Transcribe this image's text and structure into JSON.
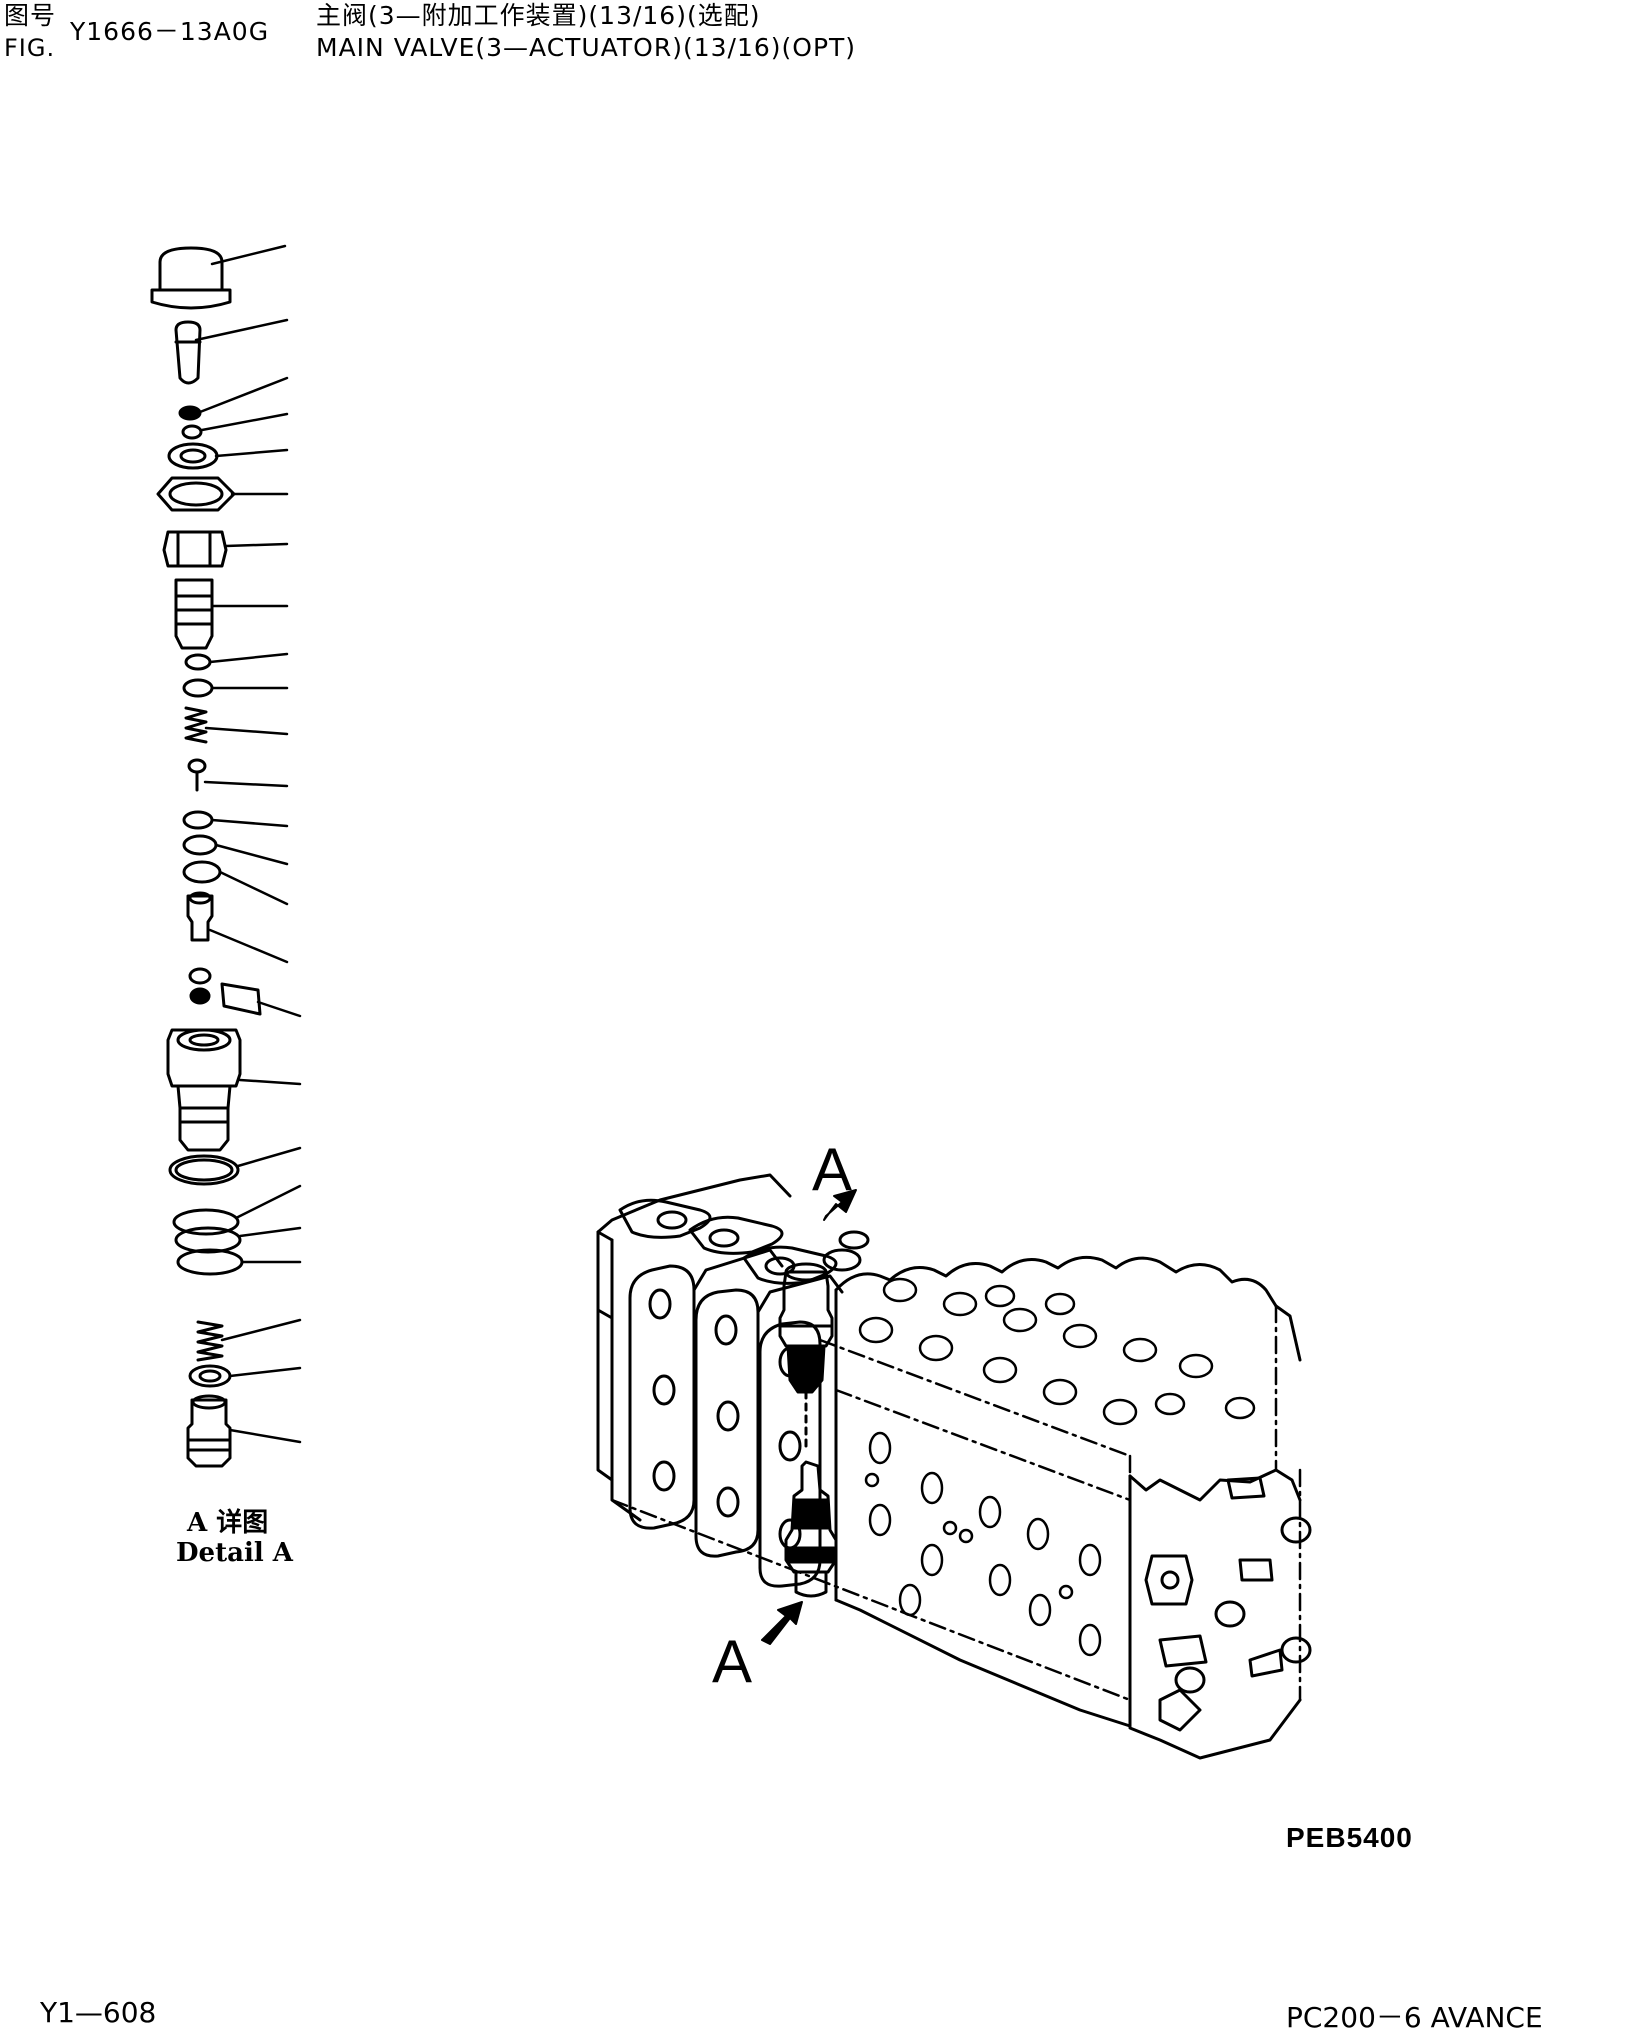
{
  "header": {
    "fig_cn": "图号",
    "fig_en": "FIG.",
    "fig_number": "Y1666－13A0G",
    "title_cn": "主阀(3—附加工作装置)(13/16)(选配)",
    "title_en": "MAIN VALVE(3—ACTUATOR)(13/16)(OPT)"
  },
  "detail": {
    "label_cn": "A 详图",
    "label_en": "Detail A"
  },
  "callouts": {
    "top": "A",
    "bottom": "A"
  },
  "drawing_code": "PEB5400",
  "footer": {
    "page": "Y1—608",
    "model": "PC200－6 AVANCE"
  }
}
